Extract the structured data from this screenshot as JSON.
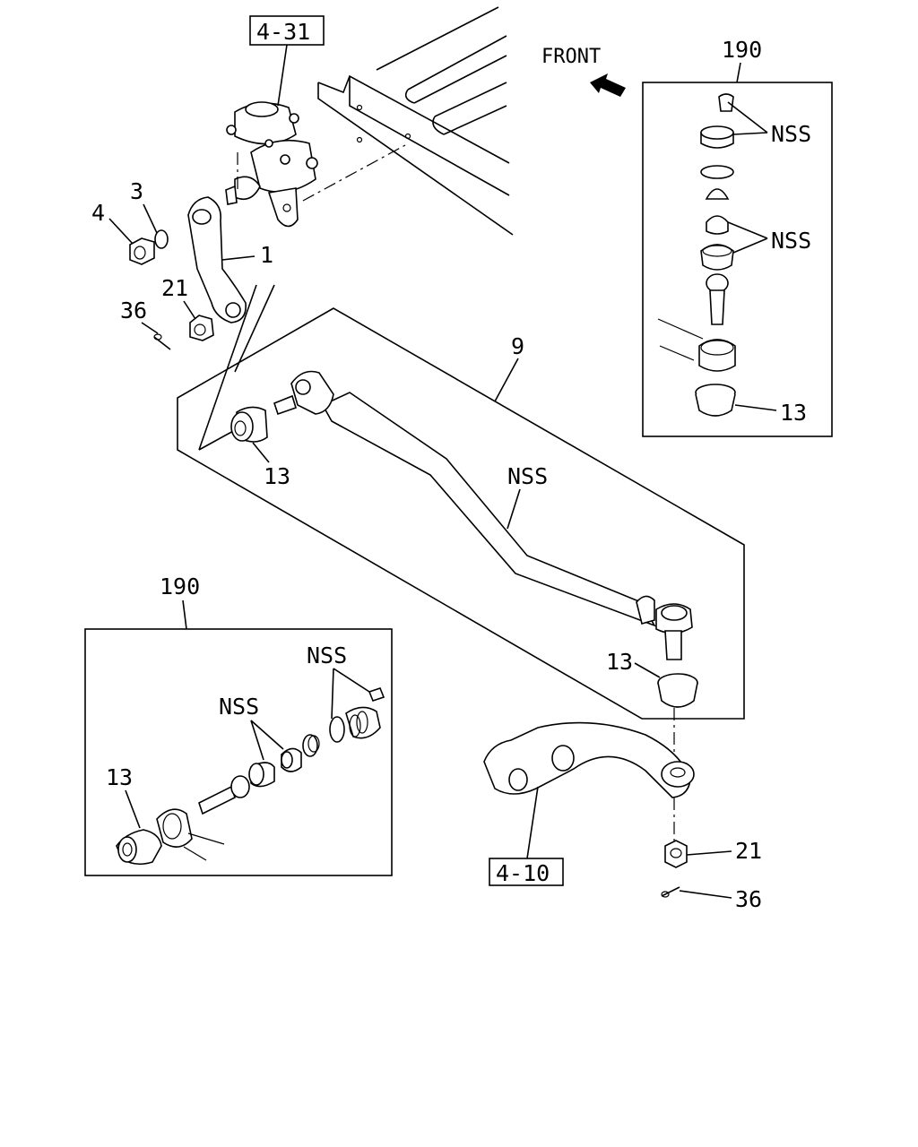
{
  "references": {
    "steering_gear": "4-31",
    "axle_knuckle": "4-10"
  },
  "direction": {
    "label": "FRONT"
  },
  "callouts": {
    "pitman_arm": "1",
    "washer": "3",
    "nut_top": "4",
    "castle_nut_top": "21",
    "cotter_pin_top": "36",
    "drag_link_assembly": "9",
    "boot_left": "13",
    "drag_link_tube": "NSS",
    "boot_lower_end": "13",
    "castle_nut_bottom": "21",
    "cotter_pin_bottom": "36"
  },
  "kit_top_right": {
    "number": "190",
    "nss_upper": "NSS",
    "nss_middle": "NSS",
    "boot": "13"
  },
  "kit_bottom_left": {
    "number": "190",
    "nss_right": "NSS",
    "nss_center": "NSS",
    "boot": "13"
  }
}
